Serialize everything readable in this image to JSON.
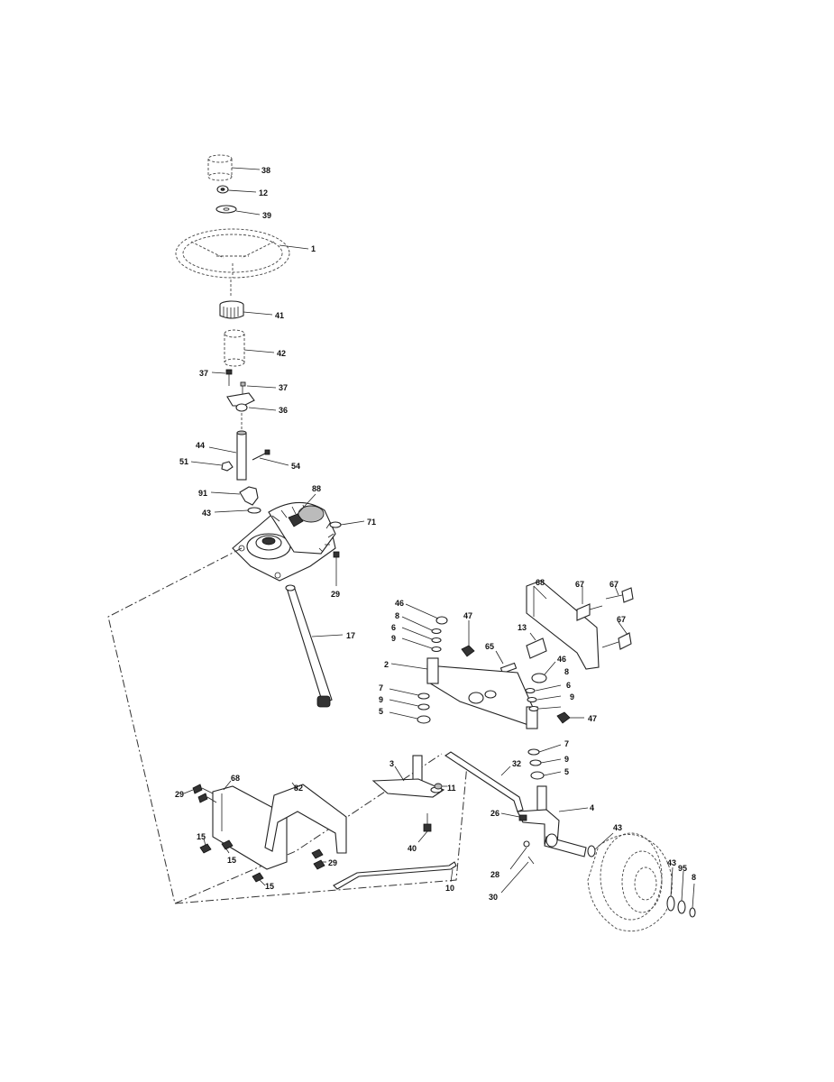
{
  "diagram": {
    "labels": [
      {
        "id": "p38",
        "text": "38"
      },
      {
        "id": "p12",
        "text": "12"
      },
      {
        "id": "p39",
        "text": "39"
      },
      {
        "id": "p1",
        "text": "1"
      },
      {
        "id": "p41",
        "text": "41"
      },
      {
        "id": "p42",
        "text": "42"
      },
      {
        "id": "p37a",
        "text": "37"
      },
      {
        "id": "p37b",
        "text": "37"
      },
      {
        "id": "p36",
        "text": "36"
      },
      {
        "id": "p44",
        "text": "44"
      },
      {
        "id": "p51",
        "text": "51"
      },
      {
        "id": "p54",
        "text": "54"
      },
      {
        "id": "p91",
        "text": "91"
      },
      {
        "id": "p88",
        "text": "88"
      },
      {
        "id": "p43a",
        "text": "43"
      },
      {
        "id": "p71",
        "text": "71"
      },
      {
        "id": "p29a",
        "text": "29"
      },
      {
        "id": "p17",
        "text": "17"
      },
      {
        "id": "p68a",
        "text": "68"
      },
      {
        "id": "p67a",
        "text": "67"
      },
      {
        "id": "p67b",
        "text": "67"
      },
      {
        "id": "p67c",
        "text": "67"
      },
      {
        "id": "p46a",
        "text": "46"
      },
      {
        "id": "p8a",
        "text": "8"
      },
      {
        "id": "p6a",
        "text": "6"
      },
      {
        "id": "p9a",
        "text": "9"
      },
      {
        "id": "p47a",
        "text": "47"
      },
      {
        "id": "p13",
        "text": "13"
      },
      {
        "id": "p65",
        "text": "65"
      },
      {
        "id": "p46b",
        "text": "46"
      },
      {
        "id": "p2",
        "text": "2"
      },
      {
        "id": "p8b",
        "text": "8"
      },
      {
        "id": "p6b",
        "text": "6"
      },
      {
        "id": "p9b",
        "text": "9"
      },
      {
        "id": "p7a",
        "text": "7"
      },
      {
        "id": "p9c",
        "text": "9"
      },
      {
        "id": "p5a",
        "text": "5"
      },
      {
        "id": "p47b",
        "text": "47"
      },
      {
        "id": "p7b",
        "text": "7"
      },
      {
        "id": "p9d",
        "text": "9"
      },
      {
        "id": "p5b",
        "text": "5"
      },
      {
        "id": "p32",
        "text": "32"
      },
      {
        "id": "p3",
        "text": "3"
      },
      {
        "id": "p11",
        "text": "11"
      },
      {
        "id": "p4",
        "text": "4"
      },
      {
        "id": "p26",
        "text": "26"
      },
      {
        "id": "p43b",
        "text": "43"
      },
      {
        "id": "p68b",
        "text": "68"
      },
      {
        "id": "p29b",
        "text": "29"
      },
      {
        "id": "p82",
        "text": "82"
      },
      {
        "id": "p15a",
        "text": "15"
      },
      {
        "id": "p15b",
        "text": "15"
      },
      {
        "id": "p29c",
        "text": "29"
      },
      {
        "id": "p15c",
        "text": "15"
      },
      {
        "id": "p40",
        "text": "40"
      },
      {
        "id": "p10",
        "text": "10"
      },
      {
        "id": "p28",
        "text": "28"
      },
      {
        "id": "p30",
        "text": "30"
      },
      {
        "id": "p43c",
        "text": "43"
      },
      {
        "id": "p95",
        "text": "95"
      },
      {
        "id": "p8c",
        "text": "8"
      }
    ]
  }
}
